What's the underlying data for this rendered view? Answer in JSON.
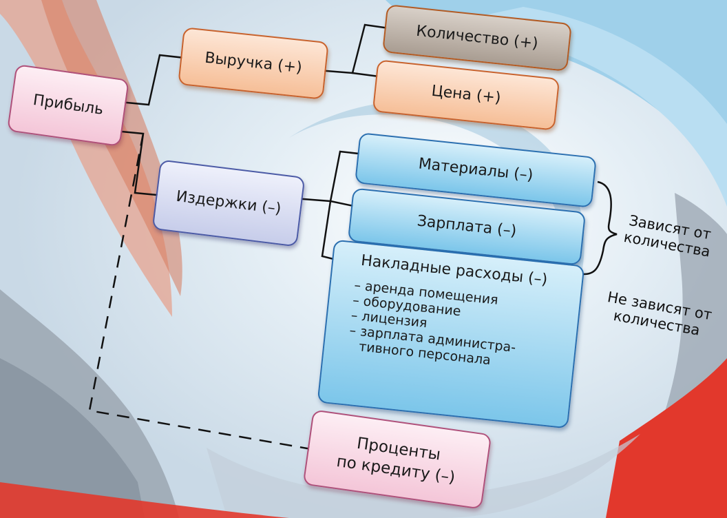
{
  "nodes": {
    "profit": "Прибыль",
    "revenue": "Выручка (+)",
    "quantity": "Количество (+)",
    "price": "Цена (+)",
    "costs": "Издержки (–)",
    "materials": "Материалы (–)",
    "salary": "Зарплата (–)",
    "overhead": {
      "title": "Накладные расходы (–)",
      "items": [
        "– аренда помещения",
        "– оборудование",
        "– лицензия",
        "– зарплата администра-",
        "тивного персонала"
      ]
    },
    "interest": {
      "line1": "Проценты",
      "line2": "по кредиту (–)"
    }
  },
  "annotations": {
    "depends": {
      "line1": "Зависят от",
      "line2": "количества"
    },
    "not_depends": {
      "line1": "Не зависят от",
      "line2": "количества"
    }
  }
}
